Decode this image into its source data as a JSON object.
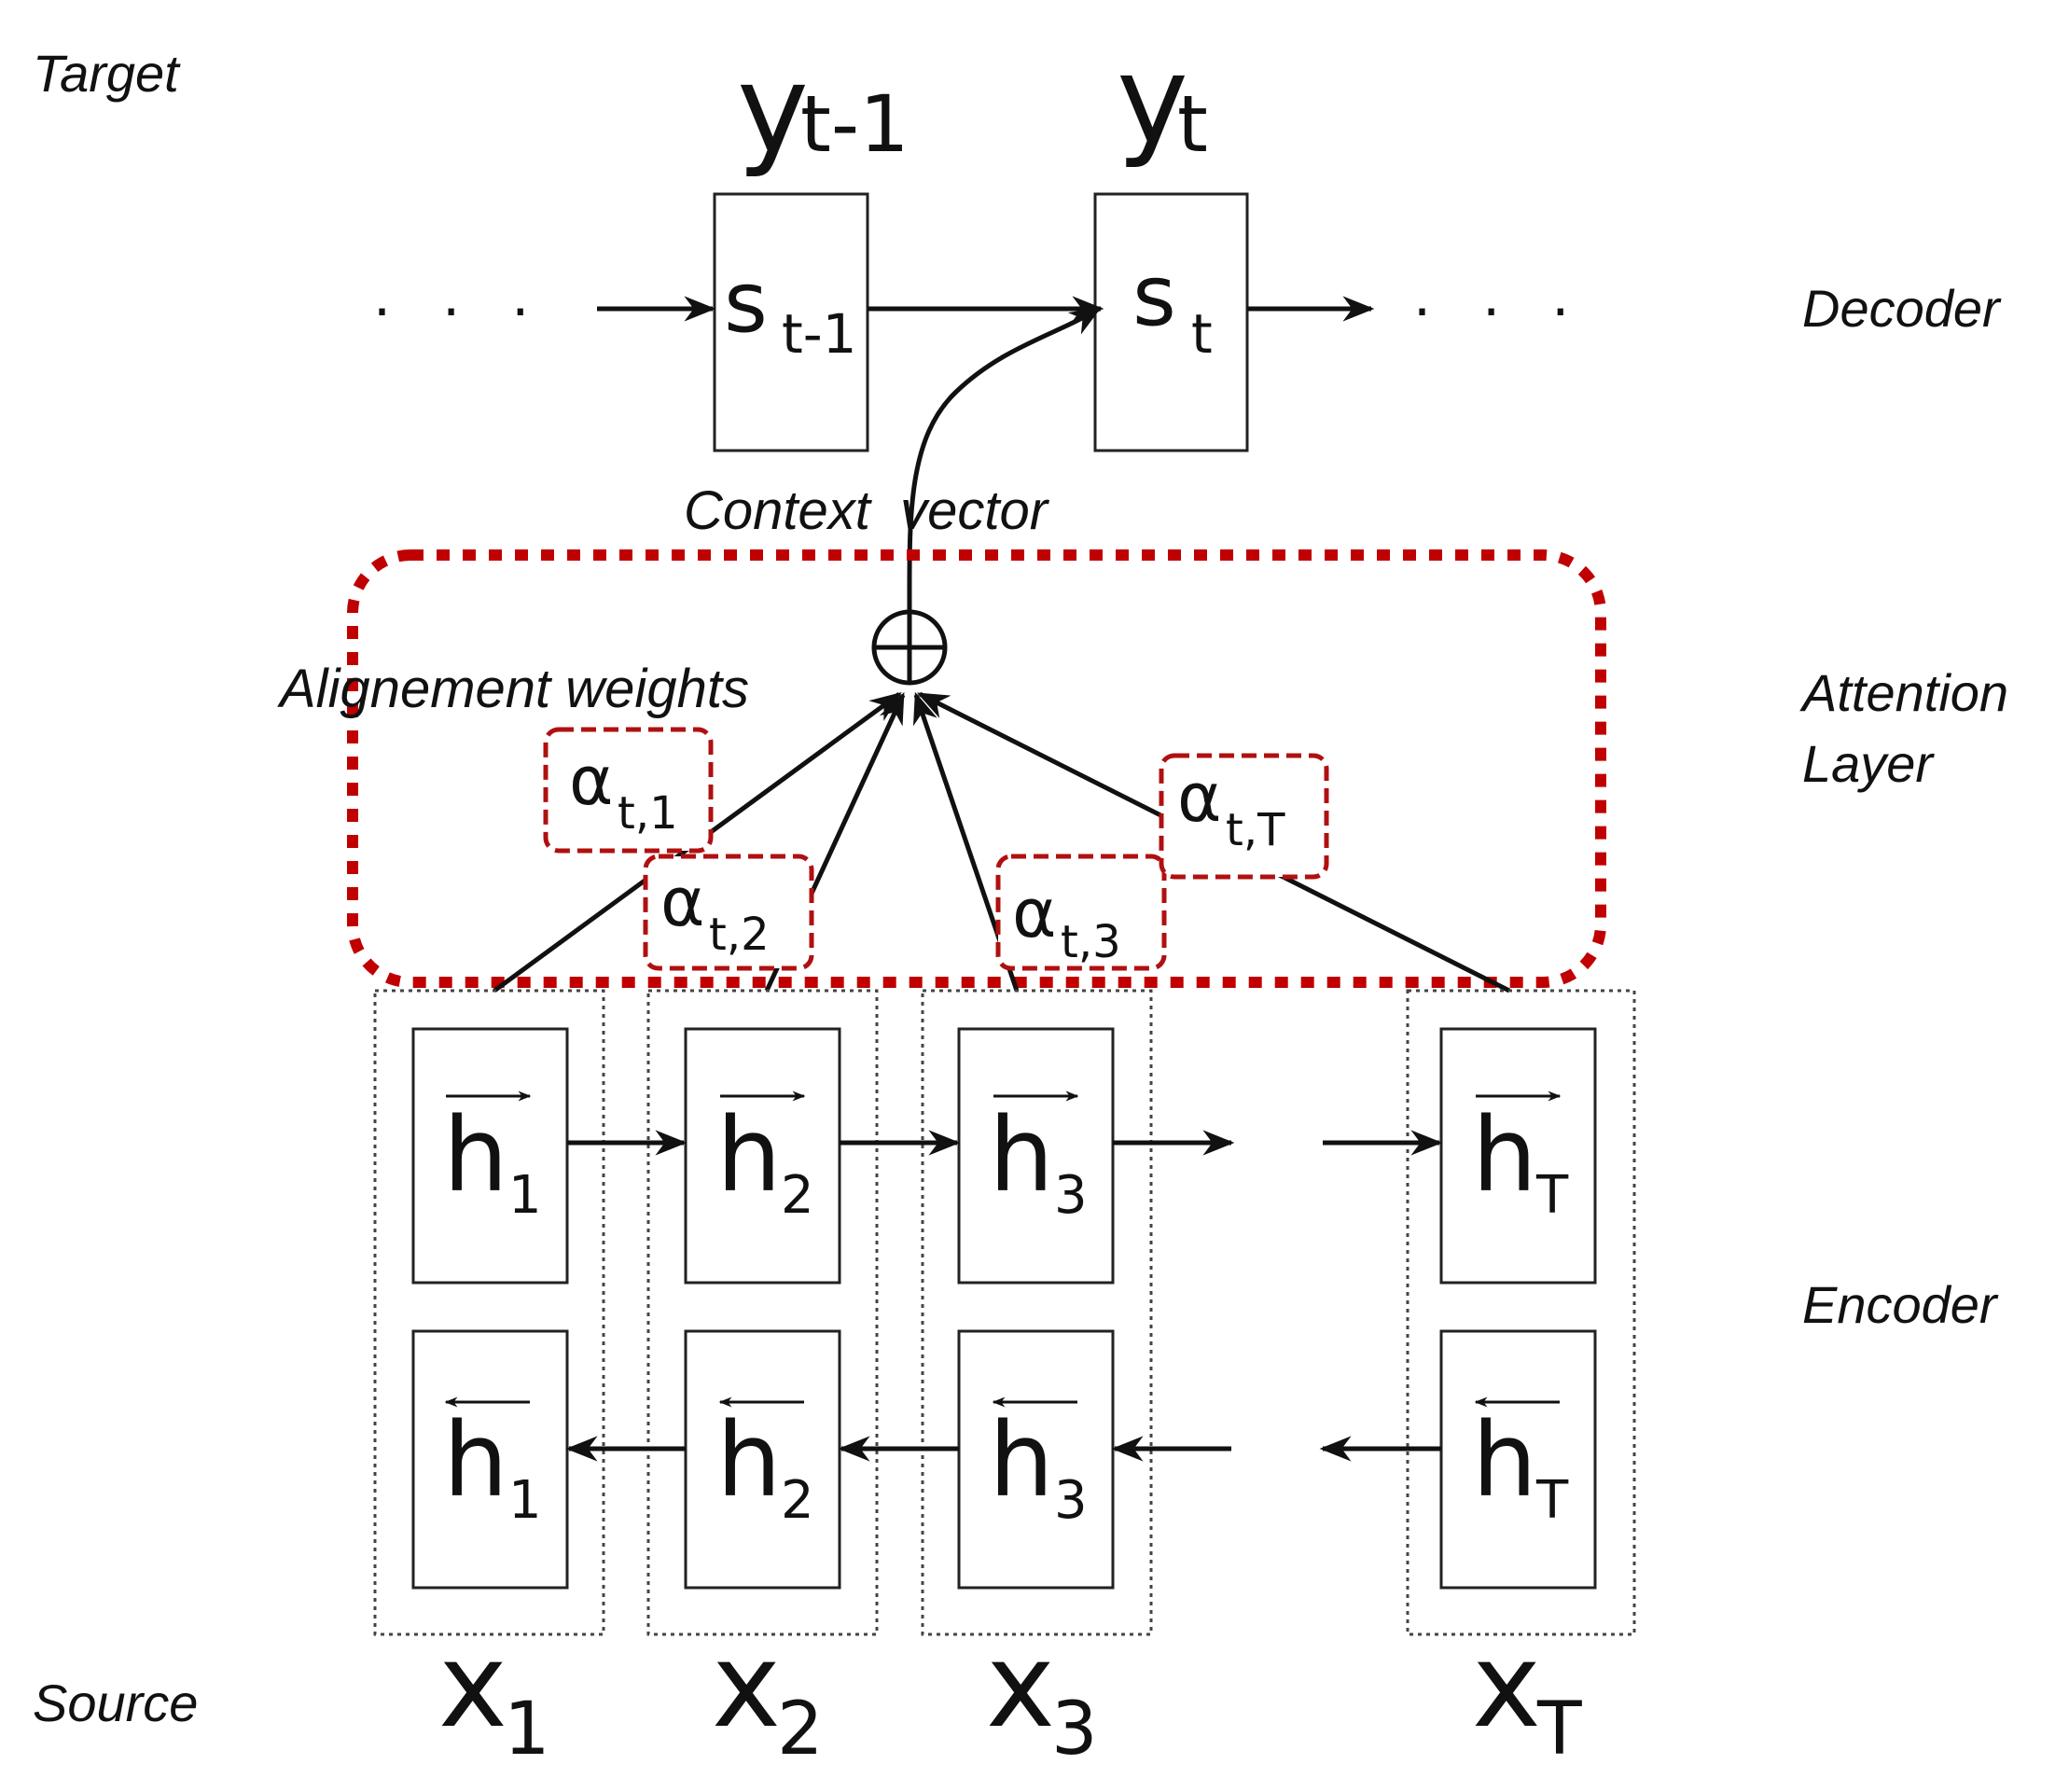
{
  "labels": {
    "target": "Target",
    "decoder": "Decoder",
    "attention_line1": "Attention",
    "attention_line2": "Layer",
    "encoder": "Encoder",
    "source": "Source",
    "context_vector": "Context  vector",
    "alignment_weights": "Alignement weights"
  },
  "decoder": {
    "outputs": [
      {
        "main": "y",
        "sub": "t-1"
      },
      {
        "main": "y",
        "sub": "t"
      }
    ],
    "states": [
      {
        "main": "s",
        "sub": "t-1"
      },
      {
        "main": "s",
        "sub": "t"
      }
    ],
    "ellipsis": ". . ."
  },
  "attention": {
    "sum_symbol": "⊕",
    "weights": [
      {
        "main": "α",
        "sub": "t,1"
      },
      {
        "main": "α",
        "sub": "t,2"
      },
      {
        "main": "α",
        "sub": "t,3"
      },
      {
        "main": "α",
        "sub": "t,T"
      }
    ]
  },
  "encoder": {
    "forward": [
      {
        "main": "h",
        "sub": "1"
      },
      {
        "main": "h",
        "sub": "2"
      },
      {
        "main": "h",
        "sub": "3"
      },
      {
        "main": "h",
        "sub": "T"
      }
    ],
    "backward": [
      {
        "main": "h",
        "sub": "1"
      },
      {
        "main": "h",
        "sub": "2"
      },
      {
        "main": "h",
        "sub": "3"
      },
      {
        "main": "h",
        "sub": "T"
      }
    ]
  },
  "source": {
    "inputs": [
      {
        "main": "x",
        "sub": "1"
      },
      {
        "main": "x",
        "sub": "2"
      },
      {
        "main": "x",
        "sub": "3"
      },
      {
        "main": "x",
        "sub": "T"
      }
    ]
  },
  "colors": {
    "ink": "#111111",
    "attention_border": "#c00000",
    "weight_border": "#b01010",
    "box_border": "#222222",
    "dotted_group": "#444444"
  }
}
